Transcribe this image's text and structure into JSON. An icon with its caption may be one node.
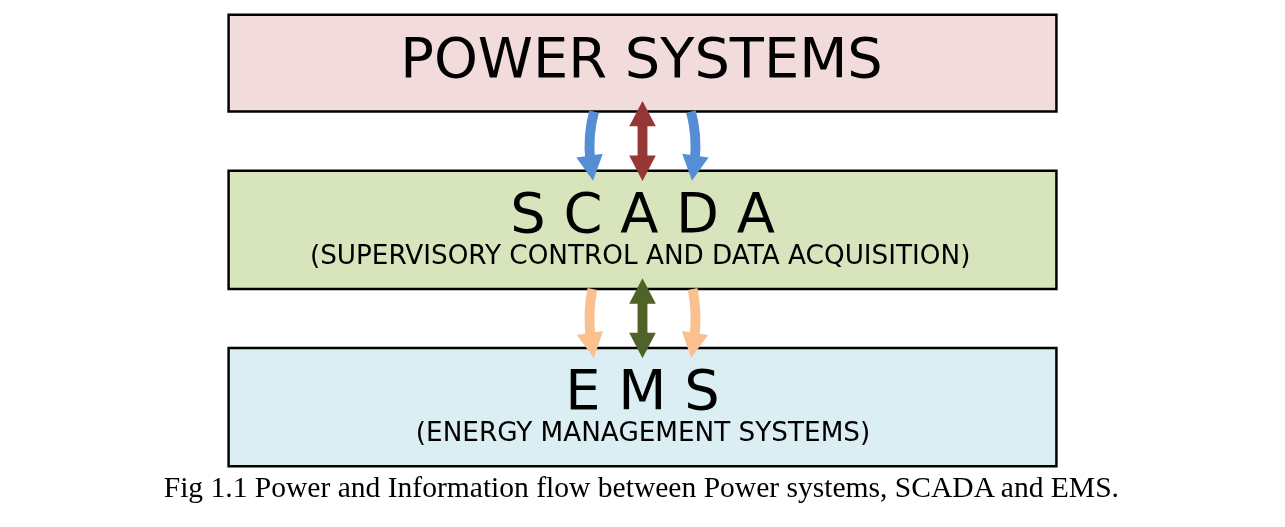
{
  "diagram": {
    "caption": "Fig 1.1 Power and Information flow between Power systems, SCADA and EMS.",
    "nodes": [
      {
        "text": [
          "POWER SYSTEMS"
        ]
      },
      {
        "text": [
          "S C A D A",
          "(SUPERVISORY CONTROL AND DATA ACQUISITION)"
        ]
      },
      {
        "text": [
          "E M S",
          "(ENERGY MANAGEMENT SYSTEMS)"
        ]
      }
    ],
    "edges": [
      {
        "from": 0,
        "to": 1,
        "arrow": "to",
        "color": "#558ed5"
      },
      {
        "from": 0,
        "to": 1,
        "arrow": "both",
        "color": "#953735"
      },
      {
        "from": 0,
        "to": 1,
        "arrow": "to",
        "color": "#558ed5"
      },
      {
        "from": 1,
        "to": 2,
        "arrow": "to",
        "color": "#fac090"
      },
      {
        "from": 1,
        "to": 2,
        "arrow": "both",
        "color": "#4f6228"
      },
      {
        "from": 1,
        "to": 2,
        "arrow": "to",
        "color": "#fac090"
      }
    ]
  }
}
